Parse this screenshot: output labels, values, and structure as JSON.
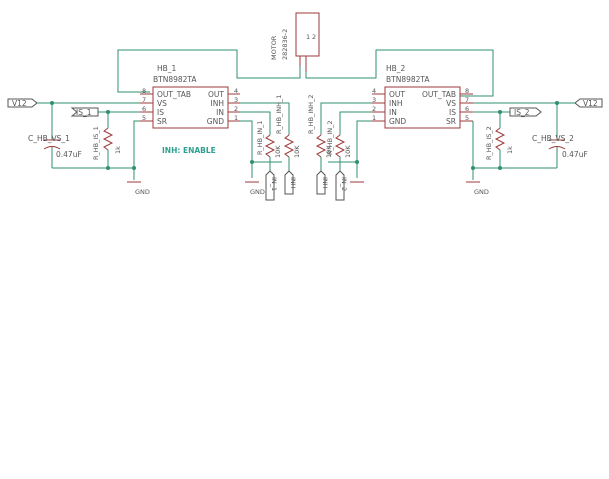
{
  "schematic": {
    "motor": {
      "name": "MOTOR",
      "value": "282836-2",
      "pin1": "1",
      "pin2": "2"
    },
    "hb1": {
      "name": "HB_1",
      "part": "BTN8982TA",
      "left_pins": [
        {
          "num": "8",
          "label": "OUT_TAB"
        },
        {
          "num": "7",
          "label": "VS"
        },
        {
          "num": "6",
          "label": "IS"
        },
        {
          "num": "5",
          "label": "SR"
        }
      ],
      "right_pins": [
        {
          "num": "4",
          "label": "OUT"
        },
        {
          "num": "3",
          "label": "INH"
        },
        {
          "num": "2",
          "label": "IN"
        },
        {
          "num": "1",
          "label": "GND"
        }
      ]
    },
    "hb2": {
      "name": "HB_2",
      "part": "BTN8982TA",
      "left_pins": [
        {
          "num": "4",
          "label": "OUT"
        },
        {
          "num": "3",
          "label": "INH"
        },
        {
          "num": "2",
          "label": "IN"
        },
        {
          "num": "1",
          "label": "GND"
        }
      ],
      "right_pins": [
        {
          "num": "8",
          "label": "OUT_TAB"
        },
        {
          "num": "7",
          "label": "VS"
        },
        {
          "num": "6",
          "label": "IS"
        },
        {
          "num": "5",
          "label": "SR"
        }
      ]
    },
    "net_labels": {
      "v12_left": "V12",
      "v12_right": "V12",
      "is1": "IS_1",
      "is2": "IS_2",
      "in1": "IN_1",
      "inh1": "INH",
      "inh2": "INH",
      "in2": "IN_2"
    },
    "components": {
      "c_vs1_name": "C_HB_VS_1",
      "c_vs1_value": "0.47uF",
      "c_vs2_name": "C_HB_VS_2",
      "c_vs2_value": "0.47uF",
      "r_is1_name": "R_HB_IS_1",
      "r_is1_value": "1k",
      "r_is2_name": "R_HB_IS_2",
      "r_is2_value": "1k",
      "r_in1_name": "R_HB_IN_1",
      "r_in1_value": "10K",
      "r_inh1_name": "R_HB_INH_1",
      "r_inh1_value": "10K",
      "r_inh2_name": "R_HB_INH_2",
      "r_inh2_value": "10K",
      "r_in2_name": "R_HB_IN_2",
      "r_in2_value": "10K"
    },
    "gnd_label": "GND",
    "note": "INH: ENABLE",
    "colors": {
      "part": "#9e3a3a",
      "wire": "#2f8f6f",
      "text": "#555555",
      "note": "#2f9f8f"
    }
  }
}
